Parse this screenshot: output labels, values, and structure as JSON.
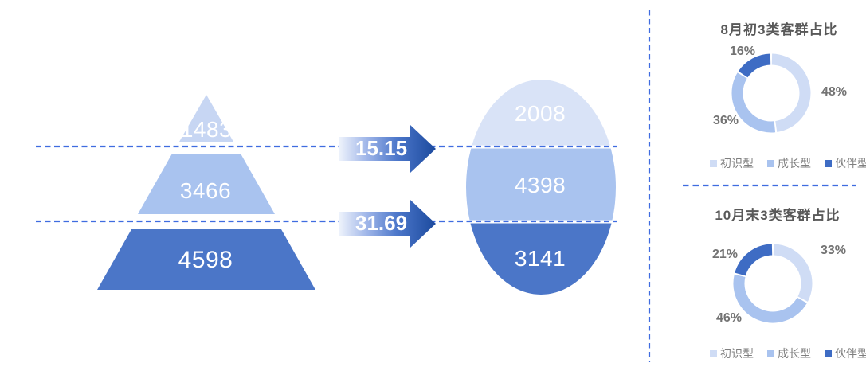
{
  "funnel_chart": {
    "tiers": [
      {
        "label": "1483"
      },
      {
        "label": "3466"
      },
      {
        "label": "4598"
      }
    ]
  },
  "arrows": [
    {
      "rate": "15.15",
      "unit": "%"
    },
    {
      "rate": "31.69",
      "unit": "%"
    }
  ],
  "ellipse_chart": {
    "segments": [
      {
        "label": "2008"
      },
      {
        "label": "4398"
      },
      {
        "label": "3141"
      }
    ]
  },
  "right_panel": {
    "donut1": {
      "title": "8月初3类客群占比",
      "callouts": [
        "16%",
        "48%",
        "36%"
      ],
      "legend": [
        "初识型",
        "成长型",
        "伙伴型"
      ]
    },
    "donut2": {
      "title": "10月末3类客群占比",
      "callouts": [
        "21%",
        "33%",
        "46%"
      ],
      "legend": [
        "初识型",
        "成长型",
        "伙伴型"
      ]
    }
  },
  "chart_data": [
    {
      "type": "pie",
      "donut": true,
      "title": "8月初3类客群占比",
      "labels": [
        "初识型",
        "成长型",
        "伙伴型"
      ],
      "values": [
        48,
        36,
        16
      ],
      "unit": "%",
      "colors": [
        "#cfdcf5",
        "#a9c3ef",
        "#3e6cc4"
      ],
      "start_angle": "top",
      "direction": "clockwise",
      "legend_position": "bottom"
    },
    {
      "type": "pie",
      "donut": true,
      "title": "10月末3类客群占比",
      "labels": [
        "初识型",
        "成长型",
        "伙伴型"
      ],
      "values": [
        33,
        46,
        21
      ],
      "unit": "%",
      "colors": [
        "#cfdcf5",
        "#a9c3ef",
        "#3e6cc4"
      ],
      "start_angle": "top",
      "direction": "clockwise",
      "legend_position": "bottom"
    },
    {
      "type": "funnel",
      "name": "customer-pyramid",
      "values": [
        1483,
        3466,
        4598
      ],
      "colors": [
        "#c7d6f3",
        "#a9c3ef",
        "#4b76c8"
      ]
    },
    {
      "type": "funnel",
      "name": "customer-ellipse",
      "values": [
        2008,
        4398,
        3141
      ],
      "colors": [
        "#d9e3f7",
        "#a9c3ef",
        "#4b76c8"
      ]
    },
    {
      "type": "annotation",
      "name": "conversion-rates",
      "values": [
        "15.15%",
        "31.69%"
      ]
    }
  ]
}
